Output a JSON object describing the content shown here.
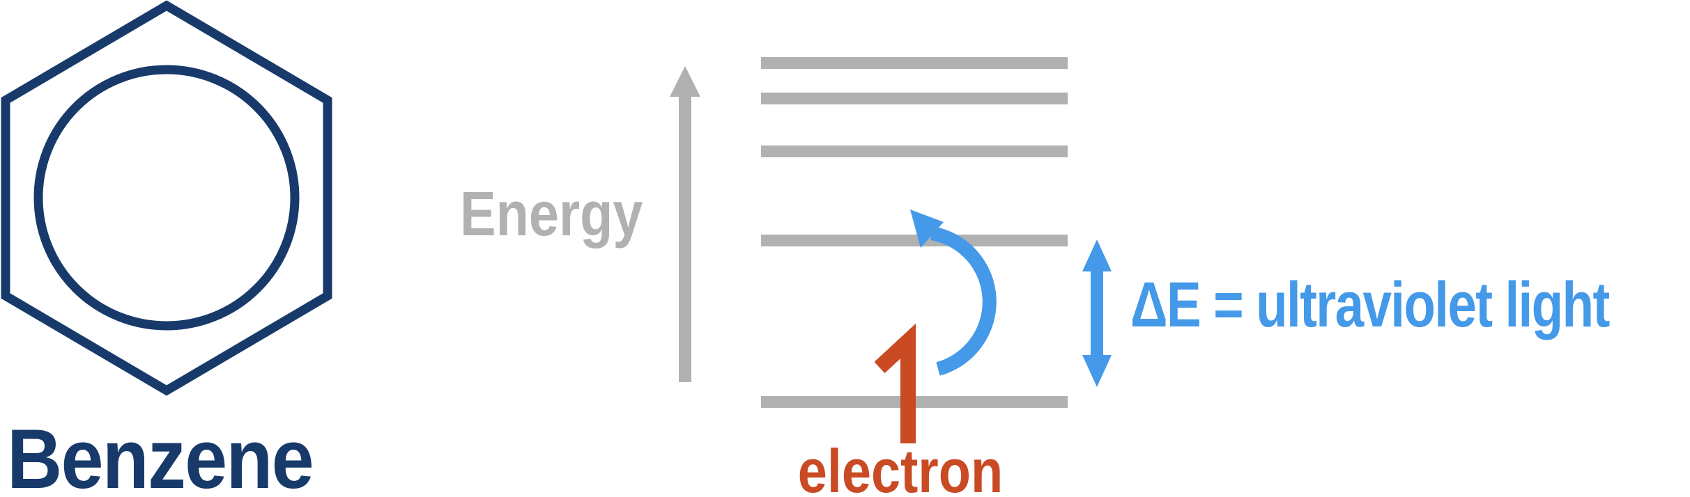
{
  "molecule": {
    "name": "Benzene"
  },
  "energy_axis": {
    "label": "Energy"
  },
  "energy_levels": {
    "count": 5
  },
  "electron": {
    "label": "electron"
  },
  "transition": {
    "label": "ΔE = ultraviolet light"
  },
  "colors": {
    "navy": "#173A6B",
    "gray": "#B1B1B2",
    "blue": "#4499E8",
    "red": "#C94A23",
    "background": "#FFFFFF"
  }
}
